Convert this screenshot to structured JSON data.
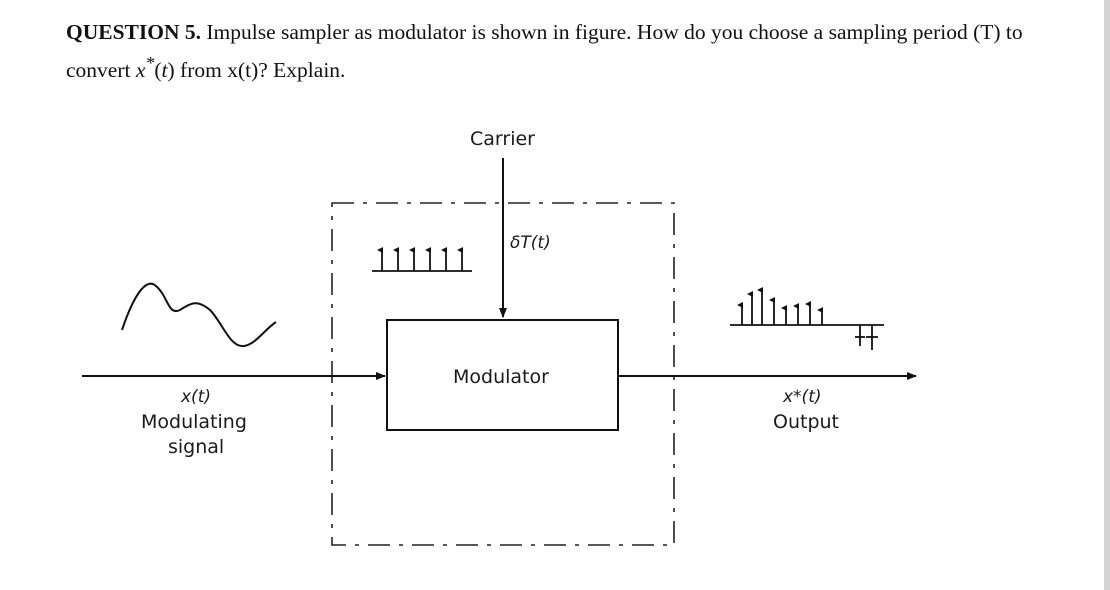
{
  "question": {
    "label": "QUESTION 5.",
    "text_before": " Impulse sampler as modulator is shown in figure. How do you choose a sampling period (T) to convert ",
    "math_var": "x",
    "math_sup": "*",
    "math_arg_open": "(",
    "math_arg": "t",
    "math_arg_close": ")",
    "text_after": " from x(t)? Explain."
  },
  "diagram": {
    "carrier_label": "Carrier",
    "impulse_train_label": "δT(t)",
    "modulator_label": "Modulator",
    "input_signal_label": "x(t)",
    "input_desc_line1": "Modulating",
    "input_desc_line2": "signal",
    "output_signal_label": "x*(t)",
    "output_desc": "Output"
  }
}
